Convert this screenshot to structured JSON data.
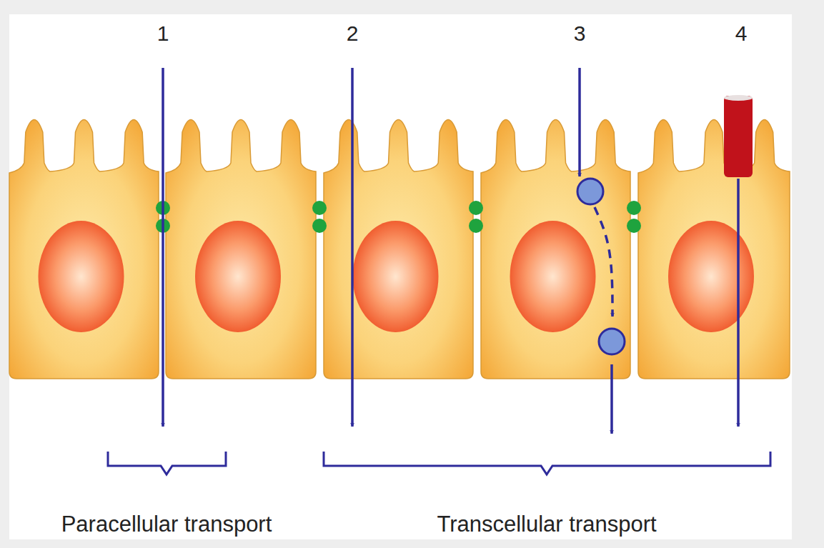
{
  "diagram": {
    "labels": [
      "1",
      "2",
      "3",
      "4",
      "Paracellular transport",
      "Transcellular transport"
    ]
  }
}
